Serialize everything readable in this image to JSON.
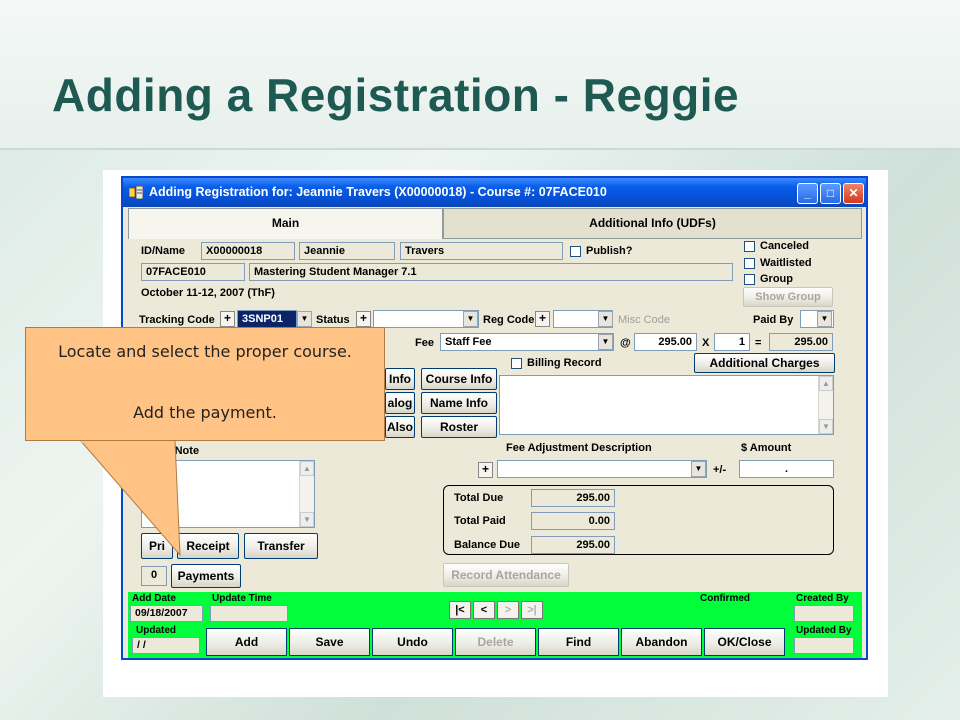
{
  "slide": {
    "title": "Adding a Registration - Reggie"
  },
  "window": {
    "title": "Adding Registration for: Jeannie Travers (X00000018) - Course #: 07FACE010",
    "controls": {
      "minimize": "_",
      "maximize": "□",
      "close": "✕"
    }
  },
  "tabs": [
    {
      "label": "Main",
      "active": true
    },
    {
      "label": "Additional Info (UDFs)",
      "active": false
    }
  ],
  "form": {
    "id_name_label": "ID/Name",
    "id_value": "X00000018",
    "first_name": "Jeannie",
    "last_name": "Travers",
    "publish_label": "Publish?",
    "course_code": "07FACE010",
    "course_title": "Mastering Student Manager 7.1",
    "course_dates": "October 11-12, 2007 (ThF)",
    "canceled_label": "Canceled",
    "waitlisted_label": "Waitlisted",
    "group_label": "Group",
    "show_group_label": "Show Group",
    "tracking_code_label": "Tracking Code",
    "tracking_code_value": "3SNP01",
    "status_label": "Status",
    "status_value": "",
    "reg_code_label": "Reg Code",
    "reg_code_value": "",
    "misc_code_label": "Misc Code",
    "paid_by_label": "Paid By",
    "paid_by_value": "",
    "fee_label": "Fee",
    "fee_value": "Staff Fee",
    "at_sign": "@",
    "price": "295.00",
    "times_sign": "X",
    "quantity": "1",
    "equals_sign": "=",
    "fee_total": "295.00",
    "billing_record_label": "Billing Record",
    "additional_charges_label": "Additional Charges",
    "course_info_partial": "Info",
    "course_info_label": "Course Info",
    "catalog_partial": "alog",
    "name_info_label": "Name Info",
    "also_partial": "Also",
    "roster_label": "Roster",
    "registration_note_partial": "ration Note",
    "fee_adj_desc_label": "Fee Adjustment Description",
    "amount_label": "$ Amount",
    "plus_minus": "+/-",
    "amount_value": ".",
    "total_due_label": "Total Due",
    "total_due": "295.00",
    "total_paid_label": "Total Paid",
    "total_paid": "0.00",
    "balance_due_label": "Balance Due",
    "balance_due": "295.00",
    "print_partial": "Pri",
    "receipt_label": "Receipt",
    "transfer_label": "Transfer",
    "payments_count": "0",
    "payments_label": "Payments",
    "record_attendance_label": "Record Attendance"
  },
  "footer": {
    "add_date_label": "Add Date",
    "add_date": "09/18/2007",
    "update_time_label": "Update Time",
    "update_time": "",
    "updated_label": "Updated",
    "updated_value": " /  /",
    "confirmed_label": "Confirmed",
    "created_by_label": "Created By",
    "created_by": "",
    "updated_by_label": "Updated By",
    "updated_by": "",
    "nav": {
      "first": "|<",
      "prev": "<",
      "next": ">",
      "last": ">|"
    },
    "buttons": {
      "add": "Add",
      "save": "Save",
      "undo": "Undo",
      "delete": "Delete",
      "find": "Find",
      "abandon": "Abandon",
      "ok_close": "OK/Close"
    }
  },
  "callout": {
    "line1": "Locate and select the proper course.",
    "line2": "Add the payment."
  },
  "colors": {
    "title": "#1f5a52",
    "titlebar": "#0a5ee8",
    "footer_bar": "#00ff3a",
    "callout_fill": "#ffc485",
    "window_bg": "#ece9d8"
  },
  "icons": [
    "app-icon",
    "minimize-icon",
    "maximize-icon",
    "close-icon",
    "chevron-down-icon",
    "plus-icon",
    "scroll-up-icon",
    "scroll-down-icon"
  ]
}
